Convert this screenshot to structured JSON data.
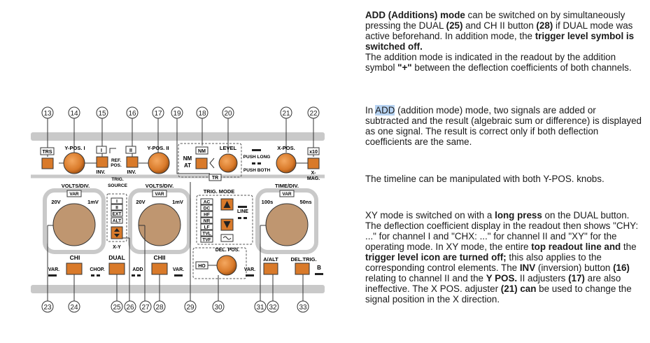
{
  "callouts": {
    "c13": "13",
    "c14": "14",
    "c15": "15",
    "c16": "16",
    "c17": "17",
    "c18": "18",
    "c19": "19",
    "c20": "20",
    "c21": "21",
    "c22": "22",
    "c23": "23",
    "c24": "24",
    "c25": "25",
    "c26": "26",
    "c27": "27",
    "c28": "28",
    "c29": "29",
    "c30": "30",
    "c31": "31",
    "c32": "32",
    "c33": "33"
  },
  "panel": {
    "trs": "TRS",
    "ypos1": "Y-POS. I",
    "inv1_btn": "I",
    "inv1": "INV.",
    "ref_pos_1": "REF.",
    "ref_pos_2": "POS.",
    "inv2_btn": "II",
    "inv2": "INV.",
    "ypos2": "Y-POS. II",
    "nm_btn": "NM",
    "nm_at_1": "NM",
    "nm_at_2": "AT",
    "level": "LEVEL",
    "tr": "TR",
    "push_long": "PUSH LONG",
    "push_both": "PUSH BOTH",
    "xpos": "X-POS.",
    "x10": "x10",
    "xmag_1": "X-",
    "xmag_2": "MAG.",
    "volts_div_1": "VOLTS/DIV.",
    "var1": "VAR",
    "v1_min": "20V",
    "v1_max": "1mV",
    "trig_source_1": "TRIG.",
    "trig_source_2": "SOURCE",
    "src_i": "I",
    "src_ii": "II",
    "src_ext": "EXT",
    "src_alt": "ALT",
    "xy": "X-Y",
    "volts_div_2": "VOLTS/DIV.",
    "var2": "VAR",
    "v2_min": "20V",
    "v2_max": "1mV",
    "trig_mode": "TRIG. MODE",
    "mode_ac": "AC",
    "mode_dc": "DC",
    "mode_hf": "HF",
    "mode_nr": "NR",
    "mode_lf": "LF",
    "mode_tvl": "TVL",
    "mode_tvf": "TVF",
    "line": "LINE",
    "time_div": "TIME/DIV.",
    "var3": "VAR",
    "t_min": "100s",
    "t_max": "50ns",
    "chi": "CHI",
    "var_left": "VAR.",
    "chop": "CHOP.",
    "dual": "DUAL",
    "add": "ADD",
    "chii": "CHII",
    "var_mid": "VAR.",
    "del_pos": "DEL. POS.",
    "ho": "HO",
    "var_right": "VAR.",
    "a_alt": "A/ALT",
    "del_trig": "DEL.TRIG.",
    "b": "B"
  },
  "text": {
    "p1_1": "ADD (Additions) mode",
    "p1_2": " can be switched on by simultaneously pressing the DUAL ",
    "p1_3": "(25)",
    "p1_4": " and CH II button ",
    "p1_5": "(28)",
    "p1_6": " if DUAL mode was active beforehand. In addition mode, the ",
    "p1_7": "trigger level symbol is switched off.",
    "p1_8": "The addition mode is indicated in the readout by the addition symbol ",
    "p1_9": "\"+\"",
    "p1_10": " between the deflection coefficients of both channels.",
    "p2_1": "In ",
    "p2_2": "ADD",
    "p2_3": " (addition mode) mode, two signals are added or subtracted and the result (algebraic sum or difference) is displayed as one signal. The result is correct only if both deflection coefficients are the same.",
    "p3_1": "The timeline can be manipulated with both Y-POS. knobs.",
    "p4_1": "XY mode is switched on with a ",
    "p4_2": "long press",
    "p4_3": " on the DUAL button. The deflection coefficient display in the readout then shows \"CHY: ...\" for channel I and \"CHX: ...\" for channel II and \"XY\" for the operating mode. In XY mode, the entire ",
    "p4_4": "top readout line and",
    "p4_5": " the ",
    "p4_6": "trigger level icon are turned off;",
    "p4_7": " this also applies to the corresponding control elements. The ",
    "p4_8": "INV",
    "p4_9": " (inversion) button ",
    "p4_10": "(16)",
    "p4_11": " relating to channel II and the ",
    "p4_12": "Y POS.",
    "p4_13": " II adjusters ",
    "p4_14": "(17)",
    "p4_15": " are also ineffective. The X POS. adjuster ",
    "p4_16": "(21)",
    "p4_17": " can",
    "p4_18": " be used to change the signal position in the X direction."
  }
}
